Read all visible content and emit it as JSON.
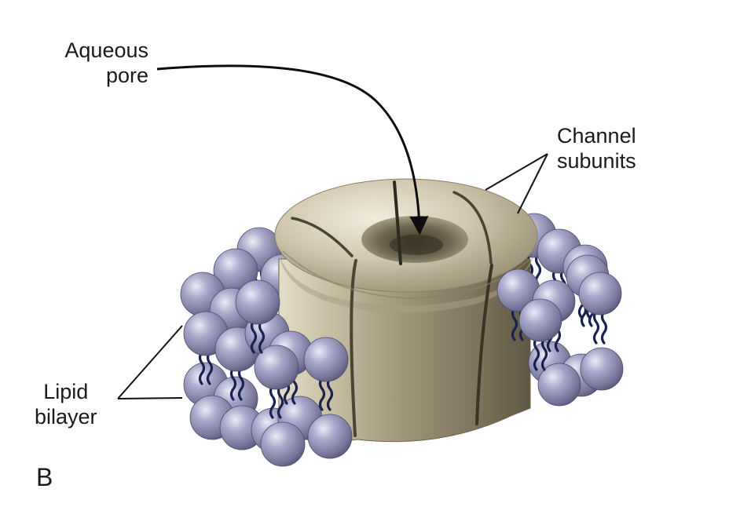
{
  "labels": {
    "aqueous_pore": [
      "Aqueous",
      "pore"
    ],
    "channel_subunits": [
      "Channel",
      "subunits"
    ],
    "lipid_bilayer": [
      "Lipid",
      "bilayer"
    ]
  },
  "panel_letter": "B",
  "colors": {
    "channel": "#cfc6ae",
    "channel_shadow": "#6e6652",
    "lipid_head": "#8c8cb4",
    "lipid_head_highlight": "#e6e6f4",
    "lipid_tail": "#1a2350",
    "arrow": "#0d0d0d"
  }
}
